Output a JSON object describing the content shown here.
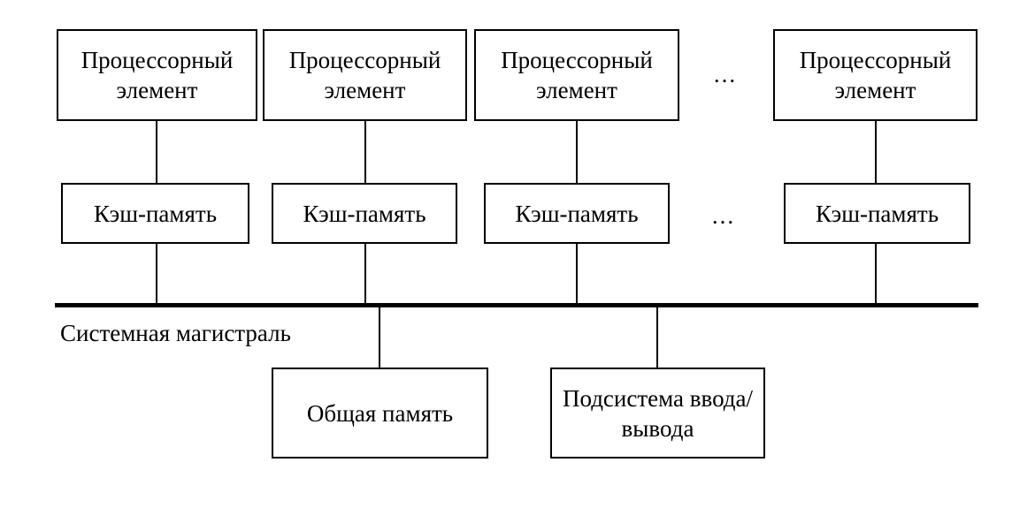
{
  "colors": {
    "line": "#000000",
    "text": "#000000",
    "background": "#ffffff"
  },
  "diagram": {
    "processor_row": {
      "boxes": [
        {
          "label": "Процессорный элемент"
        },
        {
          "label": "Процессорный элемент"
        },
        {
          "label": "Процессорный элемент"
        },
        {
          "label": "Процессорный элемент"
        }
      ],
      "ellipsis": "..."
    },
    "cache_row": {
      "boxes": [
        {
          "label": "Кэш-память"
        },
        {
          "label": "Кэш-память"
        },
        {
          "label": "Кэш-память"
        },
        {
          "label": "Кэш-память"
        }
      ],
      "ellipsis": "..."
    },
    "bus": {
      "label": "Системная магистраль"
    },
    "bottom_row": {
      "memory": {
        "label": "Общая память"
      },
      "io": {
        "label": "Подсистема ввода/вывода"
      }
    }
  }
}
